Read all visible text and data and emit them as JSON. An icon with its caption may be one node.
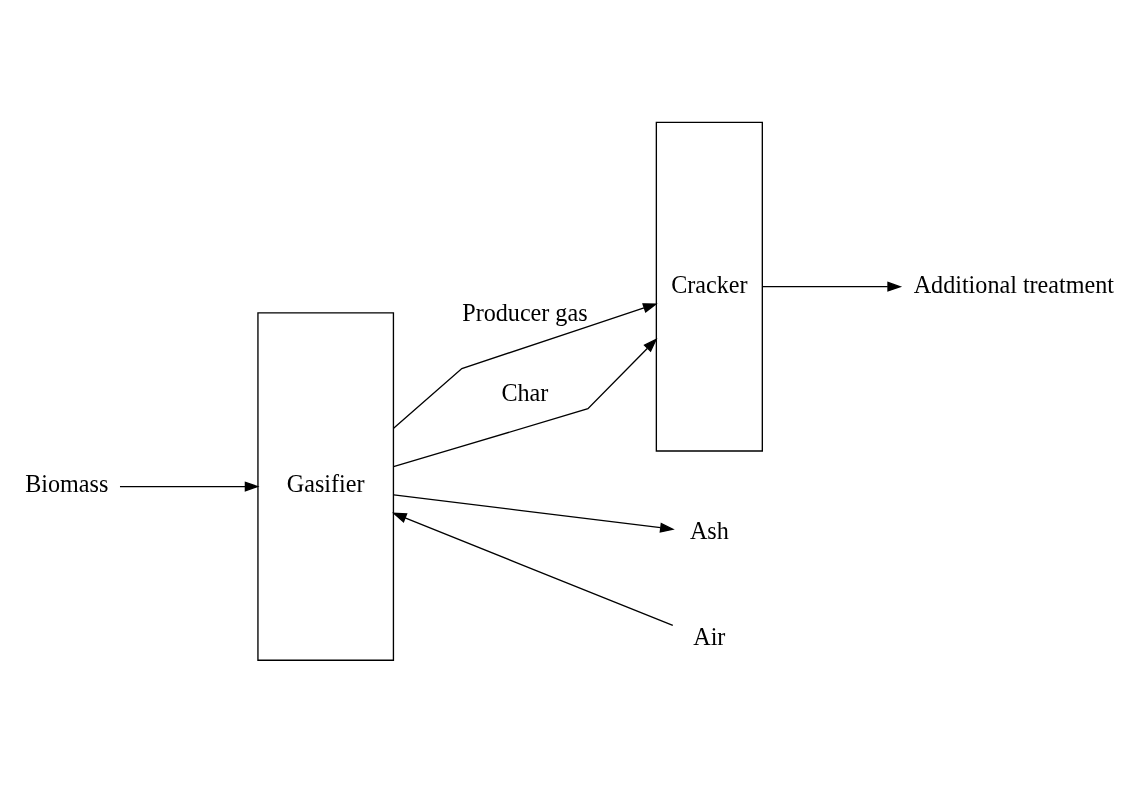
{
  "diagram": {
    "nodes": [
      {
        "text": [
          "Biomass"
        ]
      },
      {
        "text": [
          "Gasifier"
        ]
      },
      {
        "text": [
          "Cracker"
        ]
      },
      {
        "text": [
          "Air"
        ]
      },
      {
        "text": [
          "Ash"
        ]
      },
      {
        "text": [
          "Additional treatment"
        ]
      }
    ],
    "edges": [
      {
        "from": 0,
        "to": 1,
        "arrow": "to"
      },
      {
        "from": 1,
        "to": 2,
        "label": "Producer gas",
        "arrow": "to"
      },
      {
        "from": 3,
        "to": 1,
        "arrow": "to"
      },
      {
        "from": 1,
        "to": 4,
        "arrow": "to"
      },
      {
        "from": 1,
        "to": 2,
        "label": "Char",
        "arrow": "to"
      },
      {
        "from": 2,
        "to": 5,
        "arrow": "to"
      }
    ]
  }
}
